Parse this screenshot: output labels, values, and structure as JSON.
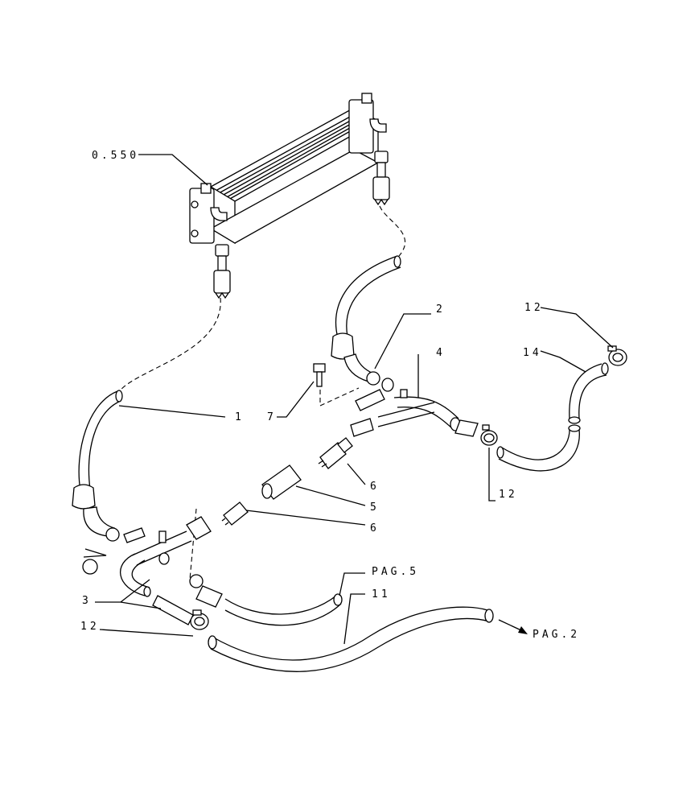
{
  "diagram": {
    "callouts": {
      "c0550": "0.550",
      "c1": "1",
      "c2": "2",
      "c3": "3",
      "c4": "4",
      "c5": "5",
      "c6a": "6",
      "c6b": "6",
      "c7": "7",
      "c11": "11",
      "c12a": "12",
      "c12b": "12",
      "c12c": "12",
      "c14": "14",
      "pag5": "PAG.5",
      "pag2": "PAG.2"
    }
  }
}
